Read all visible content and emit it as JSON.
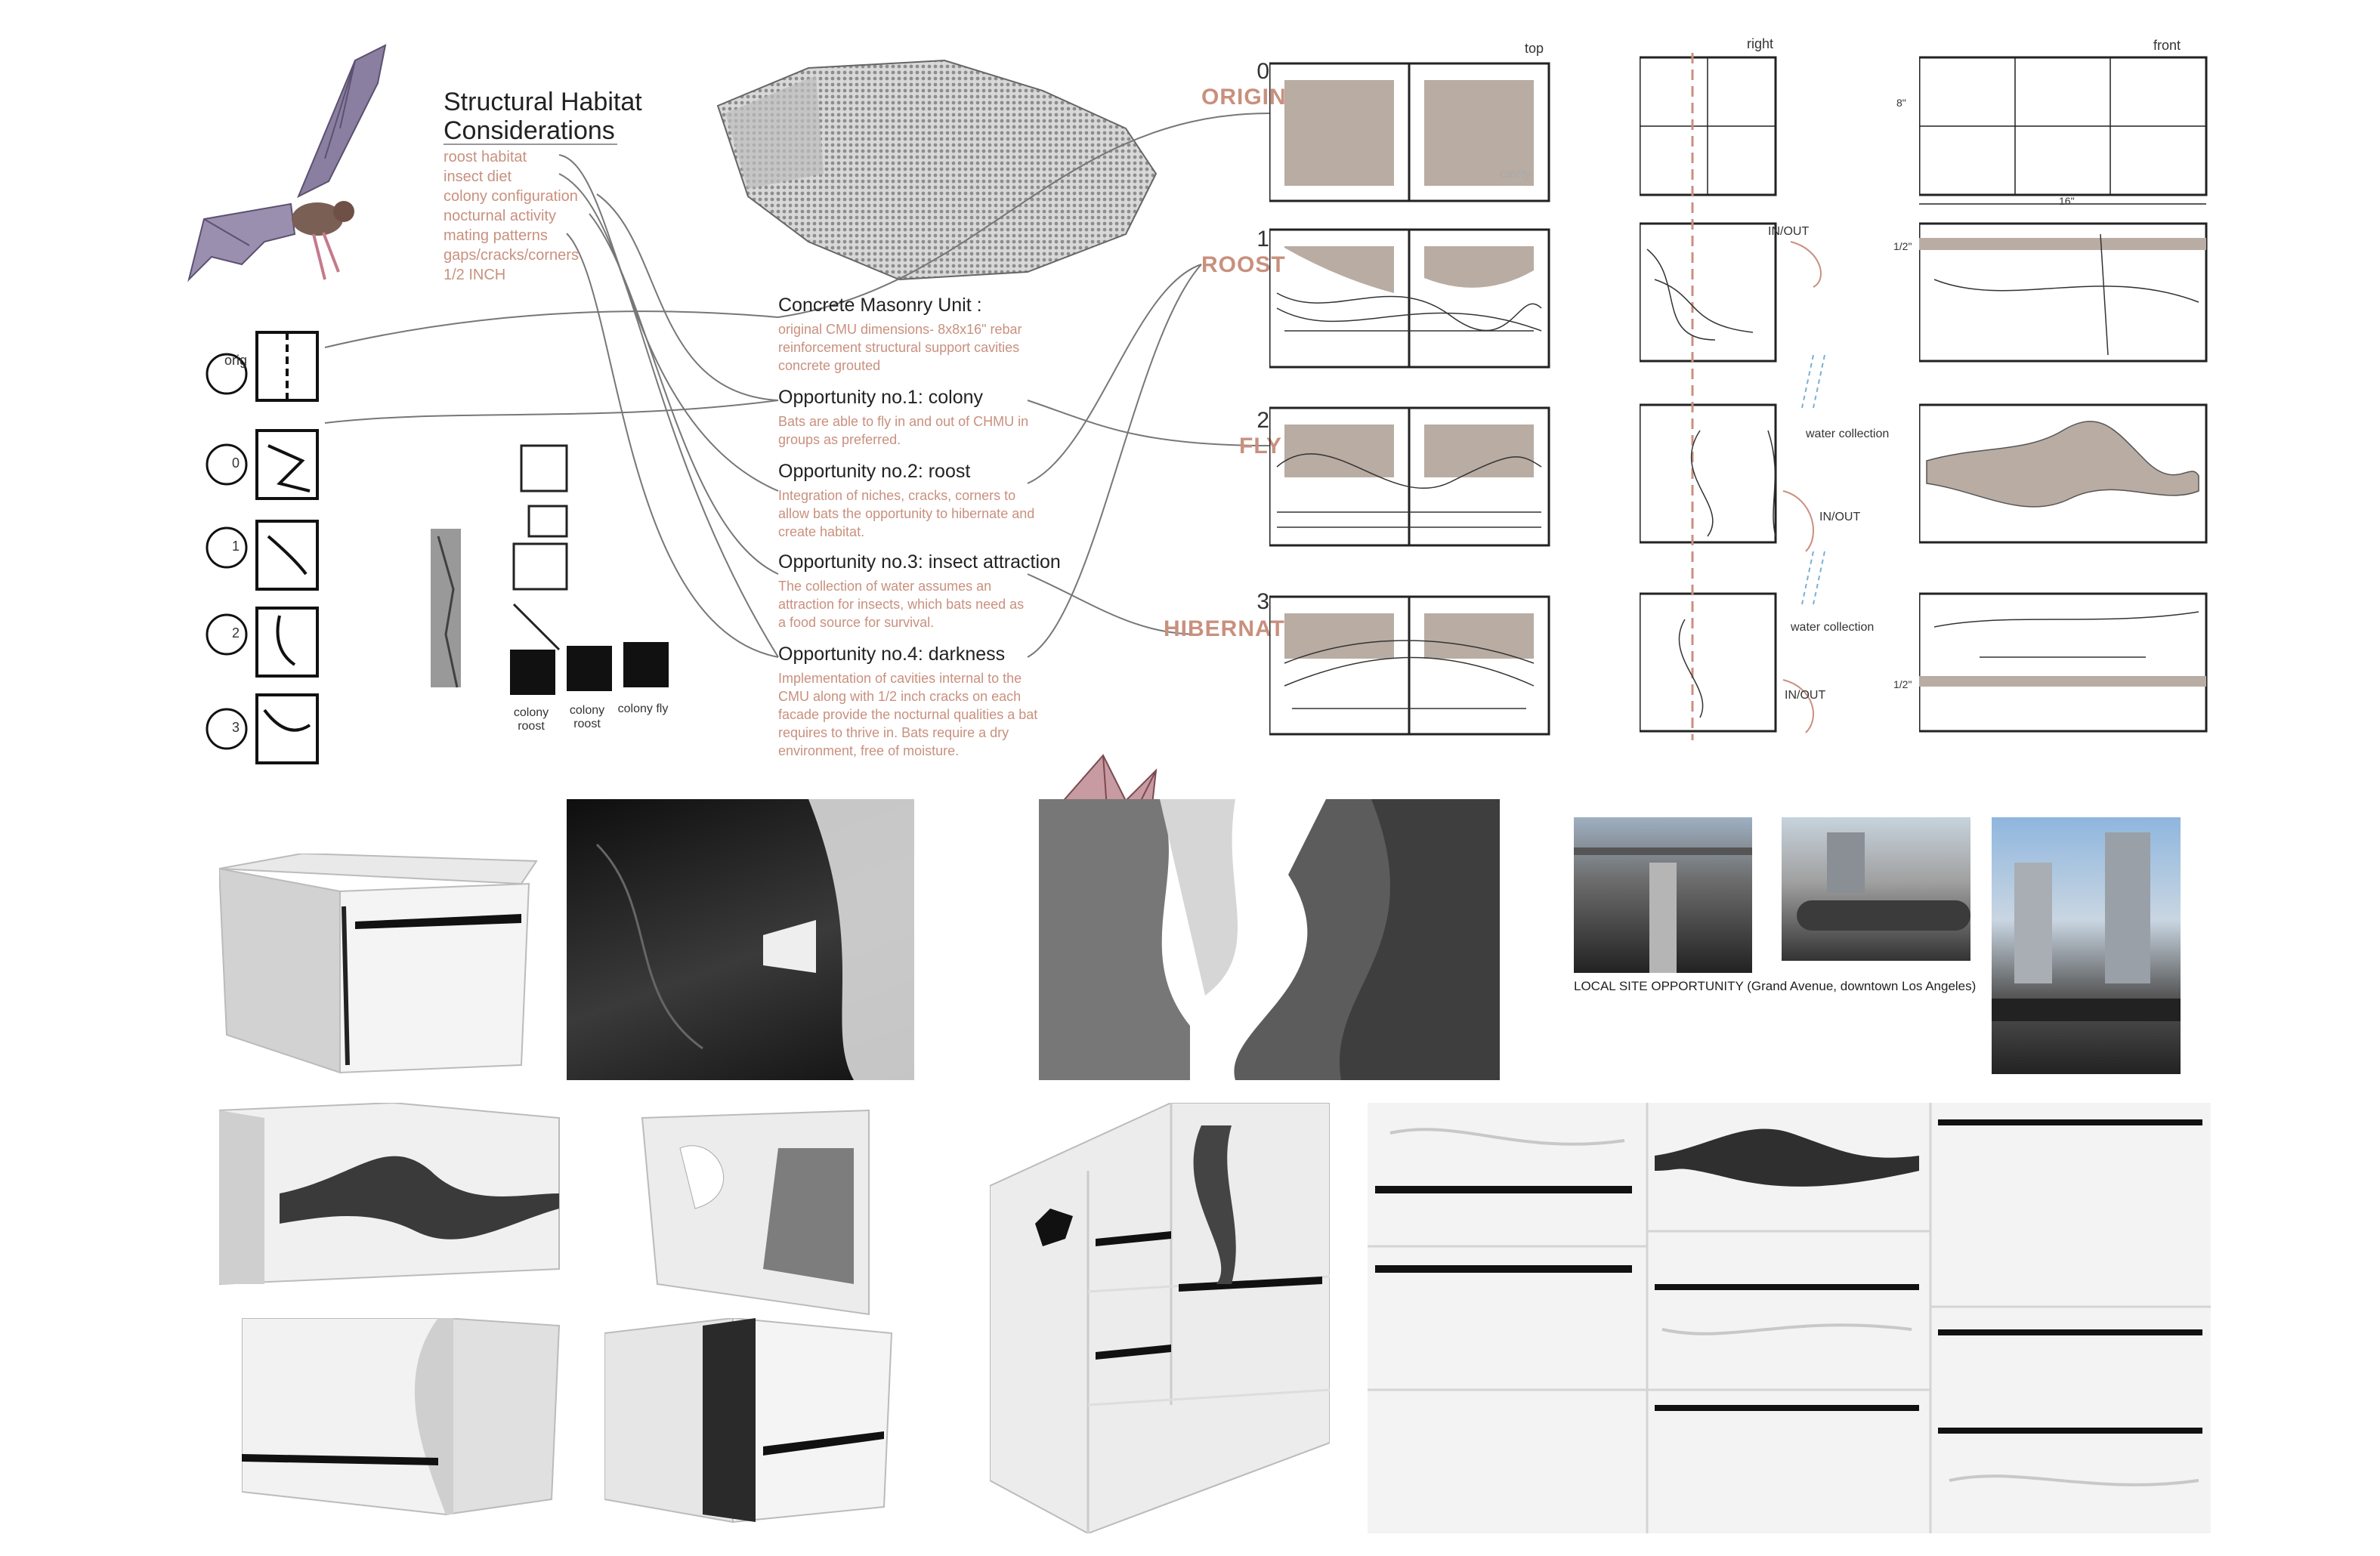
{
  "habitat": {
    "title_line1": "Structural Habitat",
    "title_line2": "Considerations",
    "items": [
      "roost habitat",
      "insect diet",
      "colony configuration",
      "nocturnal activity",
      "mating patterns",
      "gaps/cracks/corners",
      "1/2 INCH"
    ]
  },
  "sketches": {
    "labels": [
      "orig",
      "0",
      "1",
      "2",
      "3"
    ],
    "tile_labels": [
      "colony roost",
      "colony roost",
      "colony fly"
    ]
  },
  "cmu": {
    "title": "Concrete Masonry Unit :",
    "body": "original CMU dimensions- 8x8x16\" rebar reinforcement structural support cavities concrete grouted"
  },
  "opportunities": [
    {
      "title": "Opportunity no.1: colony",
      "body": "Bats are able to fly in and out of CHMU in groups as preferred."
    },
    {
      "title": "Opportunity no.2: roost",
      "body": "Integration of niches, cracks, corners to allow bats the opportunity to hibernate and create habitat."
    },
    {
      "title": "Opportunity no.3: insect attraction",
      "body": "The collection of water assumes an attraction for insects, which bats need as a food source for survival."
    },
    {
      "title": "Opportunity no.4: darkness",
      "body": "Implementation of cavities internal to the CMU along with 1/2 inch cracks on each facade provide the nocturnal qualities a bat requires to thrive in.  Bats require a dry environment, free of moisture."
    }
  ],
  "stages": [
    {
      "num": "0",
      "name": "ORIGIN"
    },
    {
      "num": "1",
      "name": "ROOST"
    },
    {
      "num": "2",
      "name": "FLY"
    },
    {
      "num": "3",
      "name": "HIBERNATE"
    }
  ],
  "views": {
    "top": "top",
    "right": "right",
    "front": "front"
  },
  "annotations": {
    "cavity": "cavity",
    "in_out": "IN/OUT",
    "water_collection": "water collection",
    "dim_8": "8\"",
    "dim_16": "16\"",
    "dim_half": "1/2\""
  },
  "site": {
    "caption": "LOCAL SITE OPPORTUNITY (Grand Avenue, downtown Los Angeles)"
  },
  "colors": {
    "accent": "#c9907e",
    "fill": "#b8aca3",
    "line": "#222222"
  }
}
